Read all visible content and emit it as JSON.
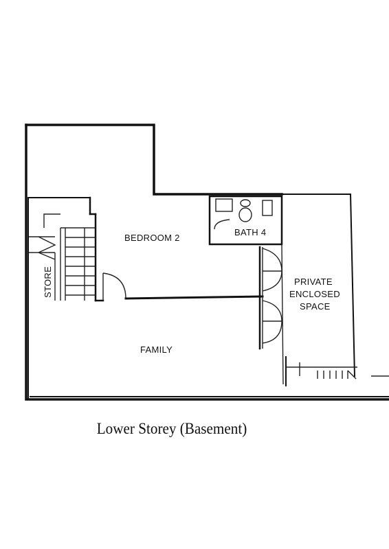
{
  "rooms": {
    "bedroom": "BEDROOM 2",
    "bath": "BATH 4",
    "store": "STORE",
    "private_1": "PRIVATE",
    "private_2": "ENCLOSED",
    "private_3": "SPACE",
    "family": "FAMILY"
  },
  "caption": "Lower Storey (Basement)"
}
